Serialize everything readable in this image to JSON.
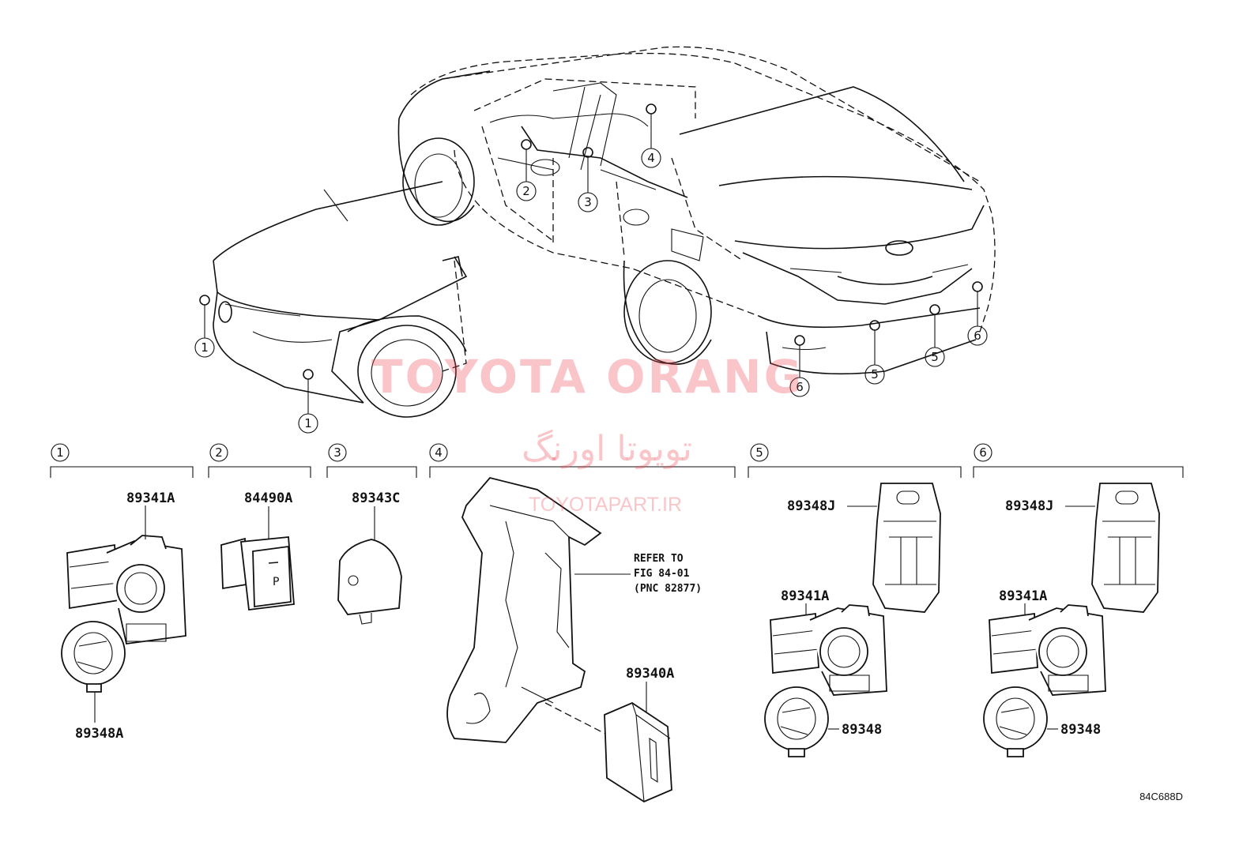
{
  "diagram": {
    "code": "84C688D",
    "refer_note": [
      "REFER TO",
      "FIG 84-01",
      "(PNC 82877)"
    ],
    "callout_numbers": [
      "1",
      "1",
      "2",
      "3",
      "4",
      "5",
      "5",
      "6",
      "6"
    ],
    "section_numbers": [
      "1",
      "2",
      "3",
      "4",
      "5",
      "6"
    ],
    "part_numbers": {
      "s1_sensor": "89341A",
      "s1_retainer": "89348A",
      "s2_switch": "84490A",
      "s3_unit": "89343C",
      "s4_ecu": "89340A",
      "s5_bracket": "89348J",
      "s5_sensor": "89341A",
      "s5_retainer": "89348",
      "s6_bracket": "89348J",
      "s6_sensor": "89341A",
      "s6_retainer": "89348"
    },
    "switch_label": "P"
  },
  "watermark": {
    "brand": "TOYOTA ORANG",
    "persian": "تویوتا اورنگ",
    "url": "TOYOTAPART.IR"
  }
}
